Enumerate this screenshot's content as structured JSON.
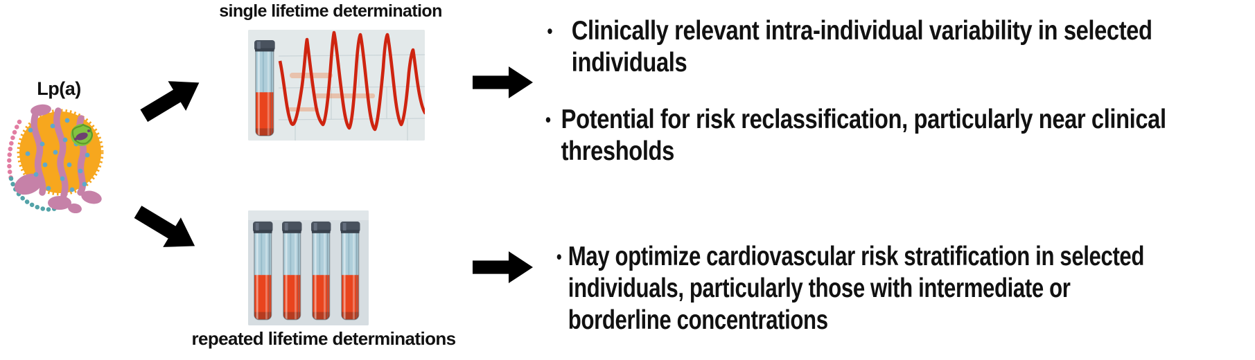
{
  "figure": {
    "particle_label": "Lp(a)",
    "top_branch": {
      "title": "single lifetime determination",
      "image_description": "blood tube beside fluctuating red concentration curve"
    },
    "bottom_branch": {
      "caption": "repeated lifetime determinations",
      "image_description": "four identical blood tubes"
    },
    "top_bullets": [
      {
        "marker": "•",
        "lines": [
          "Clinically relevant intra-individual variability in selected",
          "individuals"
        ]
      },
      {
        "marker": "•",
        "lines": [
          "Potential for risk reclassification, particularly near clinical",
          "thresholds"
        ]
      }
    ],
    "bottom_bullets": [
      {
        "marker": "•",
        "lines": [
          "May optimize cardiovascular risk stratification in selected",
          "individuals, particularly those with intermediate or",
          "borderline concentrations"
        ]
      }
    ],
    "icons": {
      "lipoprotein": "lipoprotein-particle-icon",
      "arrows": "black-right-arrow-icon",
      "tube": "blood-tube-icon",
      "waveform": "fluctuating-curve-icon"
    },
    "colors": {
      "text": "#111111",
      "arrow": "#000000",
      "particle_body": "#F7A71E",
      "particle_protein": "#C681A8",
      "particle_dots": "#5FA8CC",
      "particle_green": "#82C341",
      "particle_purple": "#6E4071",
      "coil_pink": "#E27DA2",
      "coil_teal": "#53A3A8",
      "tube_cap": "#49525E",
      "tube_plasma": "#AFCEDA",
      "tube_blood": "#E9441D",
      "photo_bg_top": "#E3E9EA",
      "photo_bg_bottom": "#D6DDE1",
      "waveform": "#CE2410"
    }
  }
}
